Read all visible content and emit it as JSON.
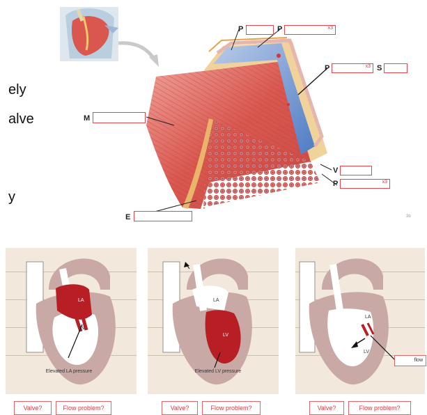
{
  "side_text": [
    "ely",
    "alve",
    "y"
  ],
  "layer_labels": {
    "p1": "P",
    "p2": "P",
    "p3": "P",
    "s": "S",
    "m": "M",
    "v": "V",
    "p4": "P",
    "e": "E"
  },
  "box_suffix": "x3",
  "watermark": "3b",
  "panels": [
    {
      "chamber_labels": [
        "LA",
        "LV"
      ],
      "caption": "Elevated LA pressure",
      "answer_boxes": [
        "Valve?",
        "Flow problem?"
      ]
    },
    {
      "chamber_labels": [
        "LA",
        "LV"
      ],
      "caption": "Elevated LV pressure",
      "answer_boxes": [
        "Valve?",
        "Flow problem?"
      ]
    },
    {
      "chamber_labels": [
        "LA",
        "LV"
      ],
      "flow_label": "flow",
      "answer_boxes": [
        "Valve?",
        "Flow problem?"
      ]
    }
  ],
  "colors": {
    "accent_red": "#e8454f",
    "muscle": "#d9574f",
    "pericardium": "#4f7cc4",
    "fat": "#e8b56a",
    "vessel": "#c9a9a6"
  }
}
